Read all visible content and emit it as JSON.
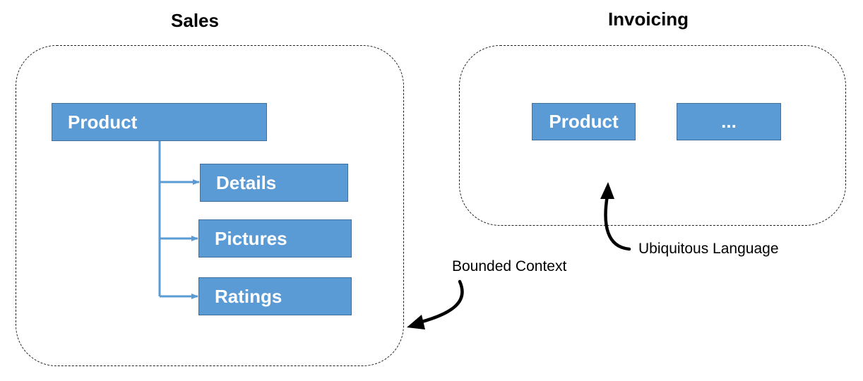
{
  "contexts": {
    "sales": {
      "title": "Sales",
      "product": "Product",
      "children": [
        "Details",
        "Pictures",
        "Ratings"
      ]
    },
    "invoicing": {
      "title": "Invoicing",
      "product": "Product",
      "more": "..."
    }
  },
  "annotations": {
    "bounded_context": "Bounded Context",
    "ubiquitous_language": "Ubiquitous Language"
  },
  "colors": {
    "box_fill": "#5b9bd5",
    "box_border": "#41719c",
    "connector": "#5b9bd5",
    "boundary": "#222222",
    "pointer": "#000000"
  }
}
